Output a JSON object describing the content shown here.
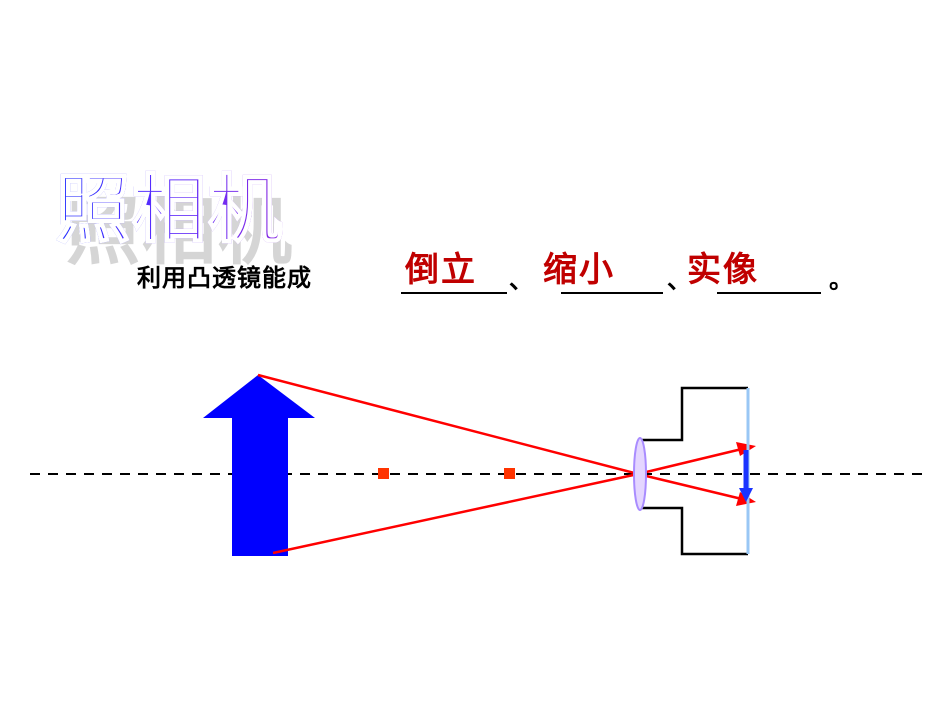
{
  "title": "照相机",
  "sentence": {
    "prefix": "利用凸透镜能成",
    "blanks": [
      "倒立",
      "缩小",
      "实像"
    ],
    "separators": [
      "、",
      "、"
    ],
    "end": "。"
  },
  "colors": {
    "object_arrow": "#0000ff",
    "rays": "#ff0000",
    "focus_points": "#ff3300",
    "lens": "#c7a6ff",
    "film": "#99c7f5",
    "image_arrow": "#1a34ff"
  }
}
